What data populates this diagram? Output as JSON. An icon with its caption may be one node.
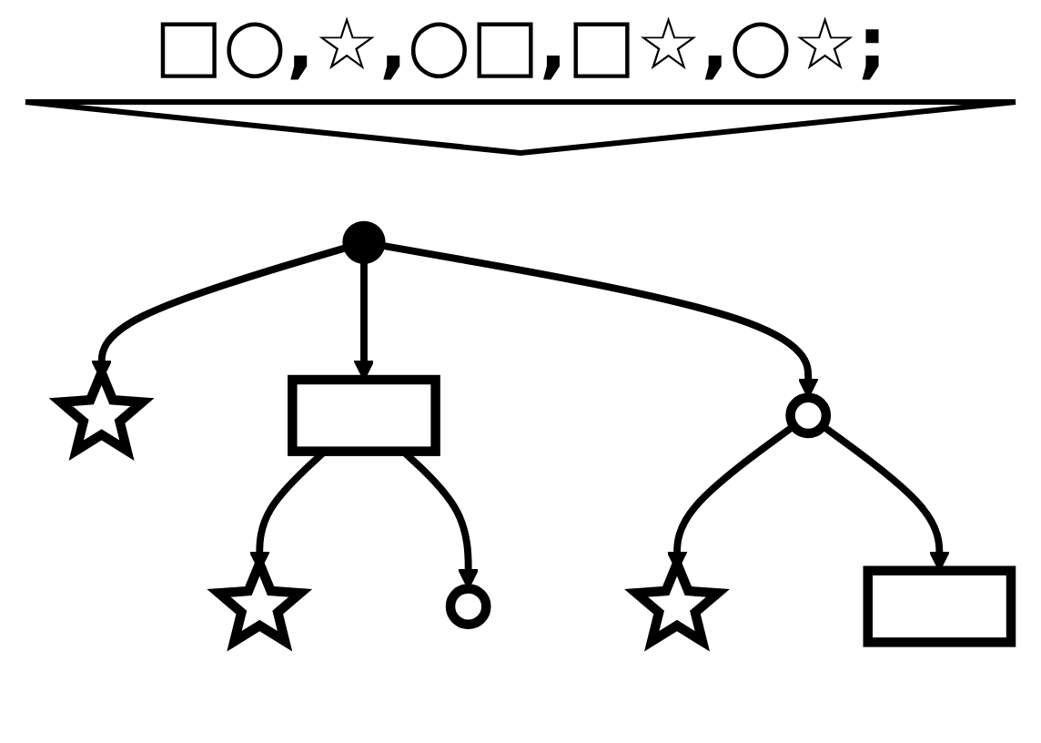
{
  "diagram": {
    "nodes": [
      {
        "text": [],
        "shape": "funnel"
      },
      {
        "text": [],
        "shape": "circle"
      },
      {
        "text": [],
        "shape": "star"
      },
      {
        "text": [],
        "shape": "box"
      },
      {
        "text": [],
        "shape": "circle"
      },
      {
        "text": [],
        "shape": "star"
      },
      {
        "text": [],
        "shape": "circle"
      },
      {
        "text": [],
        "shape": "star"
      },
      {
        "text": [],
        "shape": "box"
      }
    ],
    "edges": [
      {
        "from": 1,
        "to": 2,
        "arrow": "to"
      },
      {
        "from": 1,
        "to": 3,
        "arrow": "to"
      },
      {
        "from": 1,
        "to": 4,
        "arrow": "to"
      },
      {
        "from": 3,
        "to": 5,
        "arrow": "to"
      },
      {
        "from": 3,
        "to": 6,
        "arrow": "to"
      },
      {
        "from": 4,
        "to": 7,
        "arrow": "to"
      },
      {
        "from": 4,
        "to": 8,
        "arrow": "to"
      }
    ],
    "labels": [
      "□○,☆,○□,□☆,○☆;"
    ]
  }
}
